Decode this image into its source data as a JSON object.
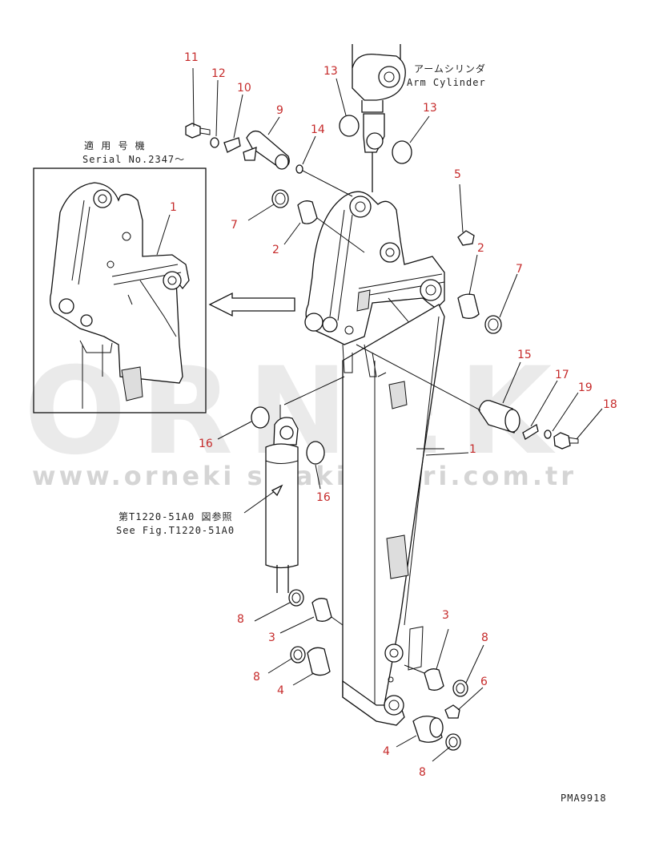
{
  "caption_serial_ja": "適 用 号 機",
  "caption_serial_en": "Serial No.2347～",
  "caption_arm_cyl_ja": "アームシリンダ",
  "caption_arm_cyl_en": "Arm Cylinder",
  "caption_see_fig_ja": "第T1220-51A0 図参照",
  "caption_see_fig_en": "See Fig.T1220-51A0",
  "drawing_code": "PMA9918",
  "watermark_main": "ORNEK",
  "watermark_url": "www.orneki smakinalari.com.tr",
  "part_labels": {
    "inset_1": "1",
    "p11": "11",
    "p12": "12",
    "p10": "10",
    "p9": "9",
    "p14": "14",
    "p13a": "13",
    "p13b": "13",
    "p5": "5",
    "p7a": "7",
    "p2a": "2",
    "p2b": "2",
    "p7b": "7",
    "p15": "15",
    "p17": "17",
    "p19": "19",
    "p18": "18",
    "p16a": "16",
    "p1": "1",
    "p16b": "16",
    "p8a": "8",
    "p3a": "3",
    "p3b": "3",
    "p8b": "8",
    "p8c": "8",
    "p4a": "4",
    "p6": "6",
    "p4b": "4",
    "p8d": "8"
  },
  "colors": {
    "label": "#c62b2b",
    "line": "#111111",
    "watermark": "#d9d9d9"
  }
}
